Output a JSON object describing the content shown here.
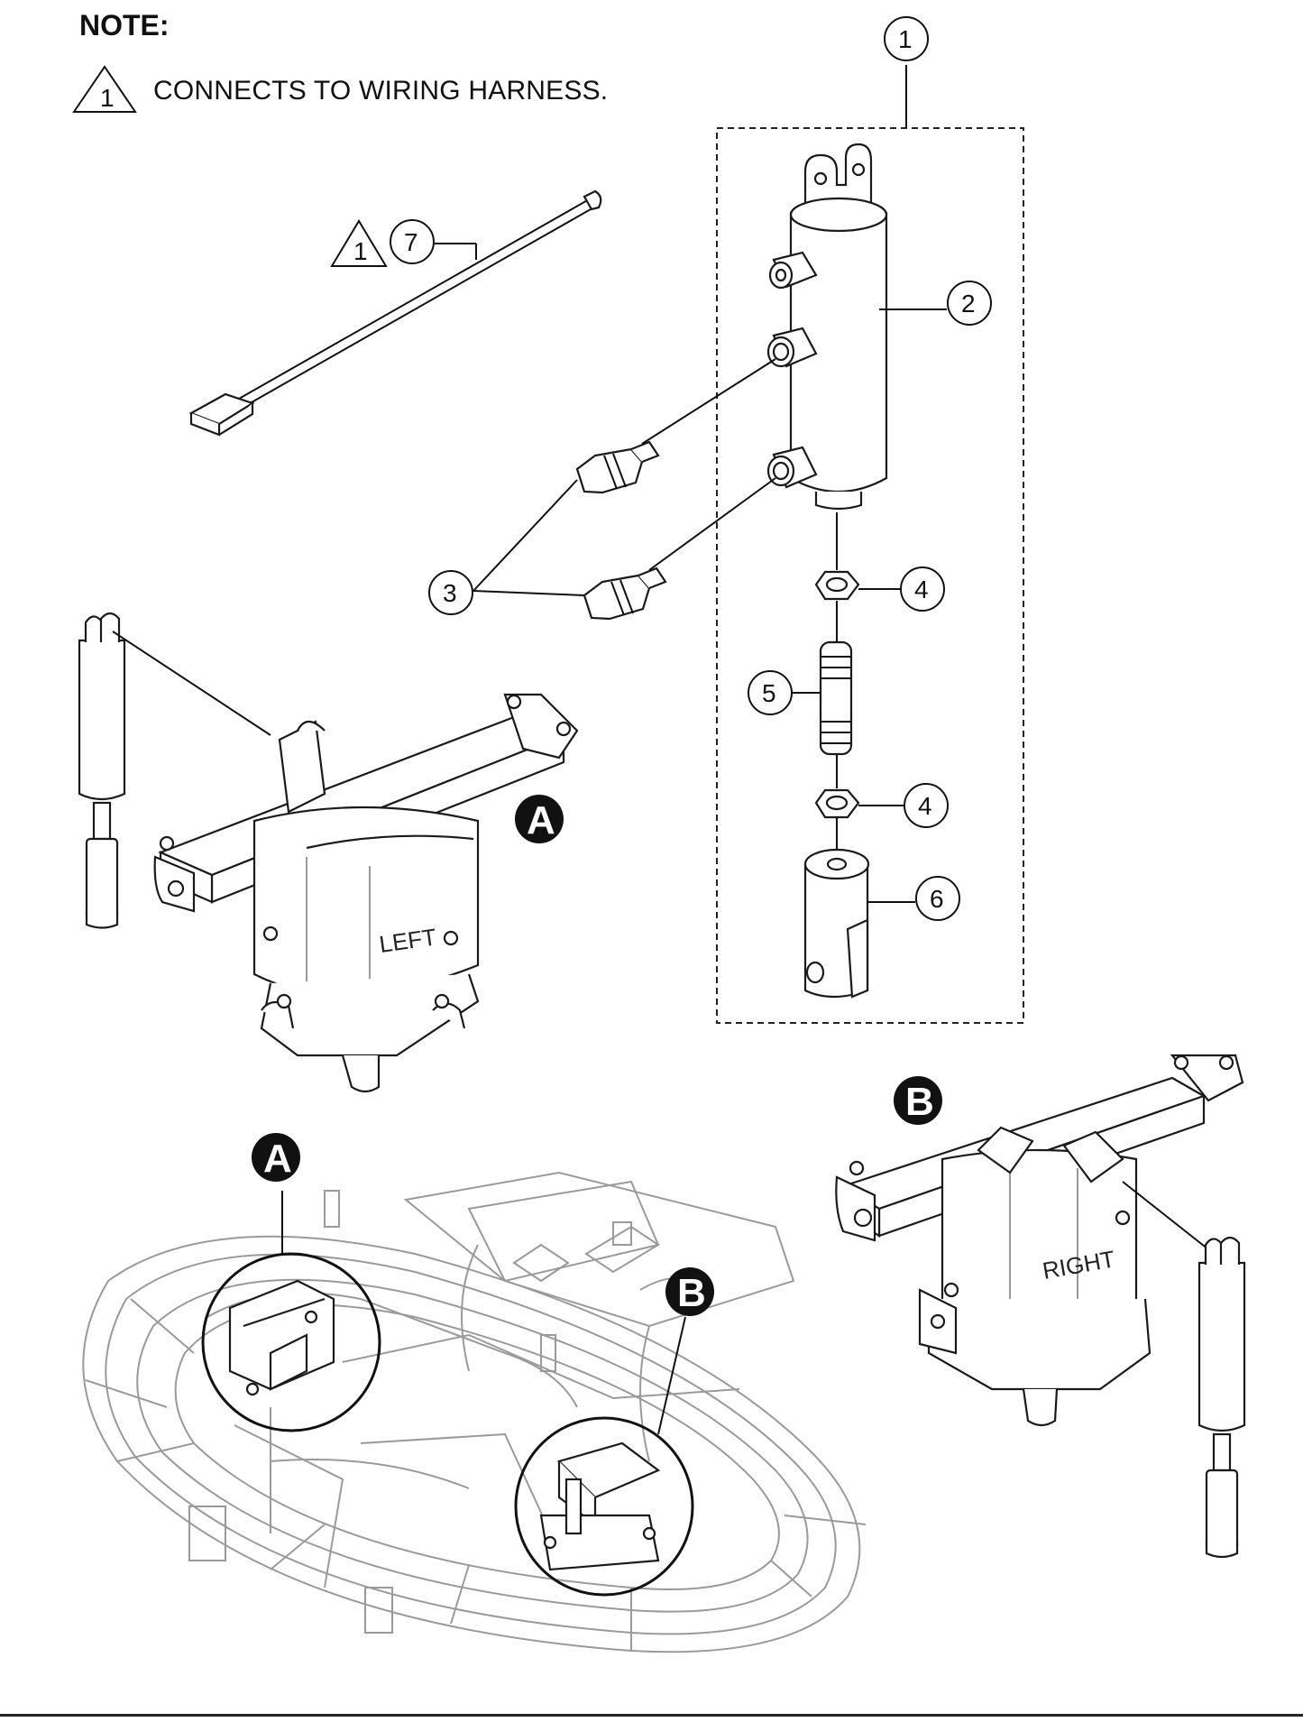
{
  "note": {
    "title": "NOTE:",
    "items": [
      {
        "symbol": "1",
        "text": "CONNECTS TO WIRING HARNESS."
      }
    ]
  },
  "callouts": [
    "1",
    "2",
    "3",
    "4",
    "4",
    "5",
    "6",
    "7"
  ],
  "triangle_flags": [
    "1",
    "1"
  ],
  "detail_markers": [
    "A",
    "B",
    "A",
    "B"
  ],
  "part_labels": {
    "left": "LEFT",
    "right": "RIGHT"
  }
}
